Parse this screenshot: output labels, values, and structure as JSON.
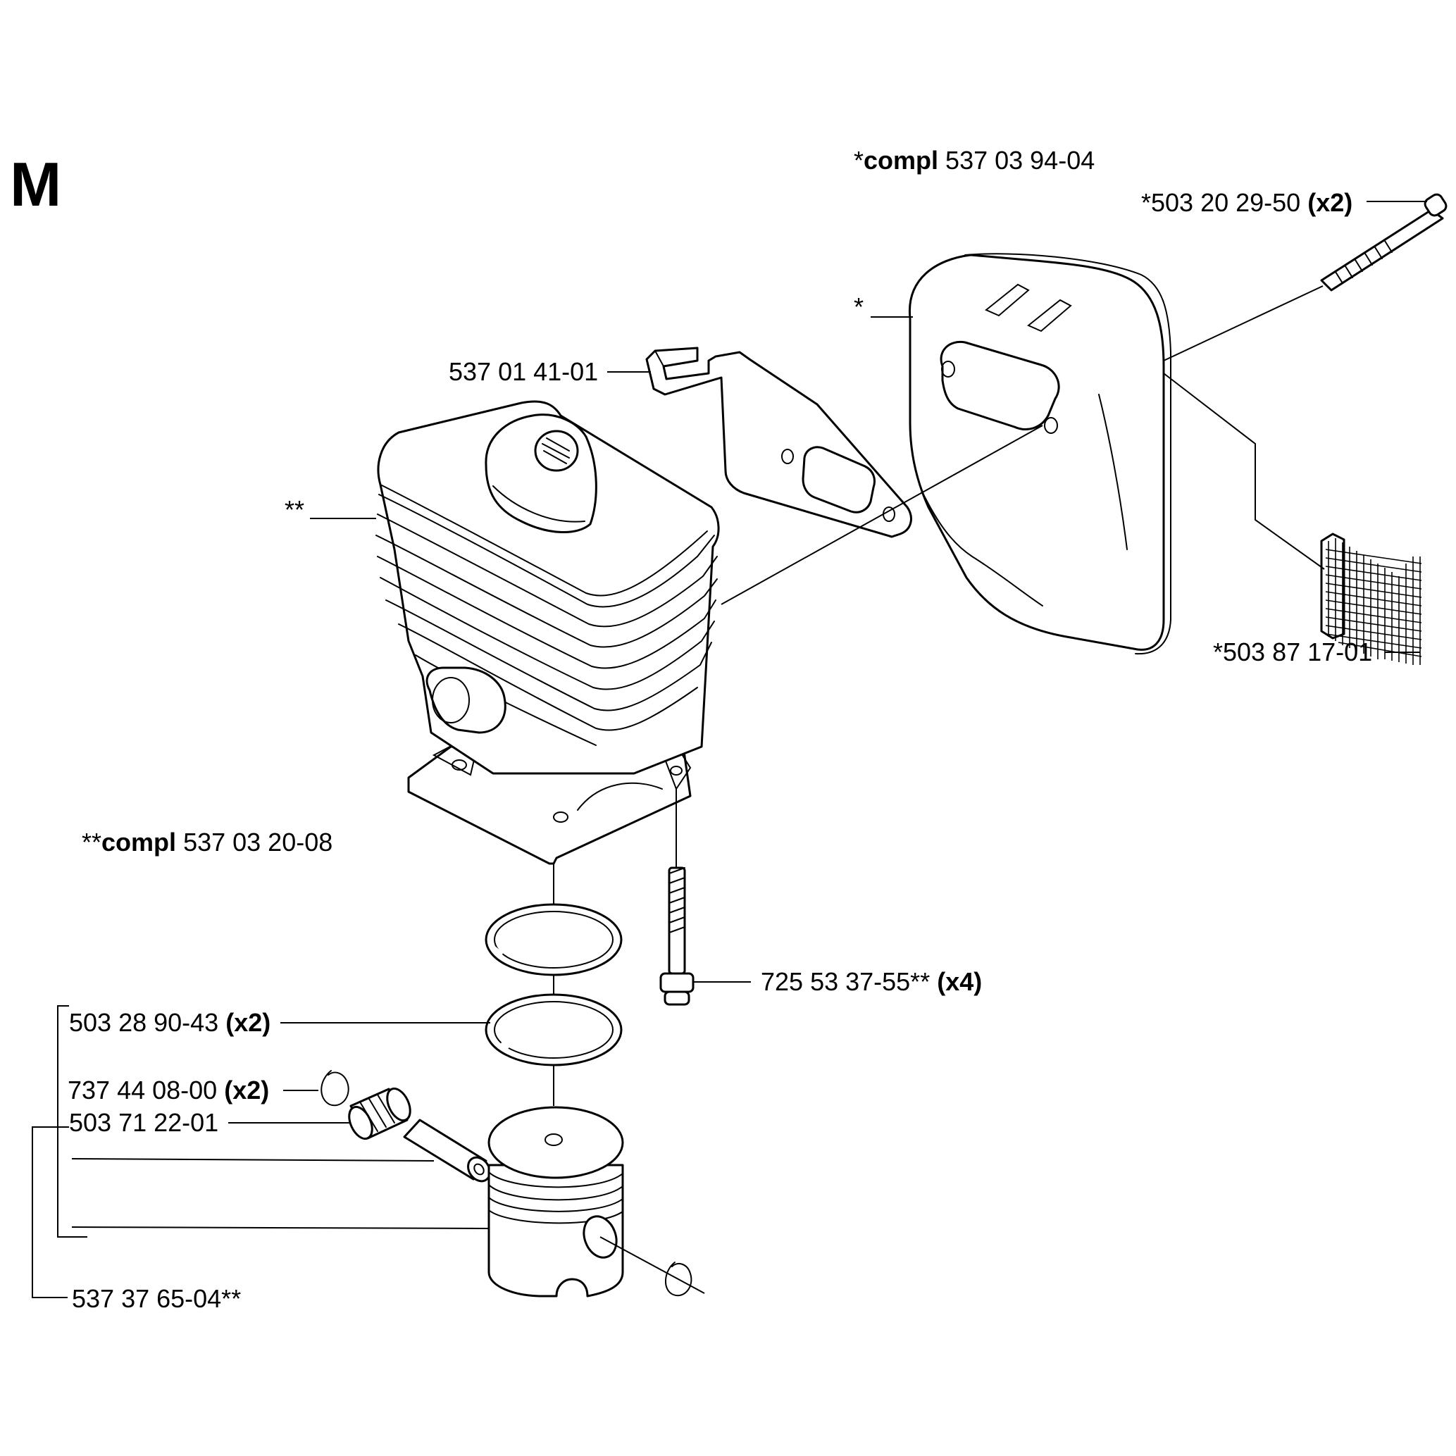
{
  "section_letter": "M",
  "muffler_kit": {
    "prefix": "*",
    "keyword": "compl",
    "number": "537 03 94-04"
  },
  "cylinder_kit": {
    "prefix": "**",
    "keyword": "compl",
    "number": "537 03 20-08"
  },
  "callouts": {
    "muffler_bolt": {
      "number": "*503 20 29-50",
      "qty": "(x2)"
    },
    "muffler_marker": {
      "number": "*"
    },
    "bracket": {
      "number": "537 01 41-01"
    },
    "cylinder_marker": {
      "number": "**"
    },
    "spark_screen": {
      "number": "*503 87 17-01"
    },
    "cylinder_screw": {
      "number": "725 53 37-55**",
      "qty": "(x4)"
    },
    "piston_ring": {
      "number": "503 28 90-43",
      "qty": "(x2)"
    },
    "circlip": {
      "number": "737 44 08-00",
      "qty": "(x2)"
    },
    "needle_bearing": {
      "number": "503 71 22-01"
    },
    "piston_kit": {
      "number": "537 37 65-04**"
    }
  },
  "colors": {
    "ink": "#000000",
    "paper": "#ffffff"
  }
}
